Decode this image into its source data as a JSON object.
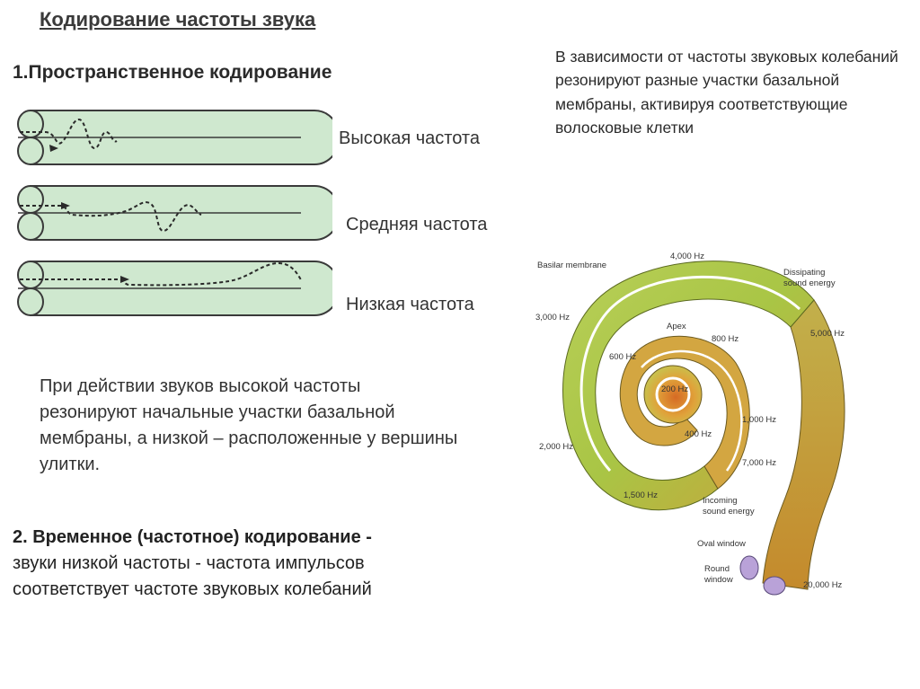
{
  "title": "Кодирование частоты звука",
  "section1": {
    "heading": "1.Пространственное кодирование"
  },
  "right_note": "В зависимости от частоты звуковых колебаний резонируют разные участки базальной мембраны, активируя соответствующие волосковые клетки",
  "tubes": [
    {
      "label": "Высокая частота"
    },
    {
      "label": "Средняя частота"
    },
    {
      "label": "Низкая частота"
    }
  ],
  "explanation": "При действии звуков высокой частоты резонируют начальные участки базальной мембраны, а низкой – расположенные у вершины улитки.",
  "section2": {
    "heading": "2. Временное (частотное) кодирование -",
    "line1": "звуки низкой частоты  - частота импульсов",
    "line2": "соответствует частоте звуковых колебаний"
  },
  "cochlea": {
    "basilar": "Basilar membrane",
    "dissipating1": "Dissipating",
    "dissipating2": "sound energy",
    "apex": "Apex",
    "incoming1": "Incoming",
    "incoming2": "sound energy",
    "oval": "Oval window",
    "round1": "Round",
    "round2": "window",
    "hz4000": "4,000 Hz",
    "hz3000": "3,000 Hz",
    "hz5000": "5,000 Hz",
    "hz800": "800 Hz",
    "hz600": "600 Hz",
    "hz200": "200 Hz",
    "hz400": "400 Hz",
    "hz1000": "1,000 Hz",
    "hz2000": "2,000 Hz",
    "hz7000": "7,000 Hz",
    "hz1500": "1,500 Hz",
    "hz20000": "20,000 Hz"
  },
  "colors": {
    "tube_fill": "#cfe8cf",
    "tube_stroke": "#3a3a3a",
    "cochlea_outer": "#9dbd3a",
    "cochlea_mid": "#d7b247",
    "cochlea_inner": "#d9812e",
    "window": "#b9a2d8"
  }
}
